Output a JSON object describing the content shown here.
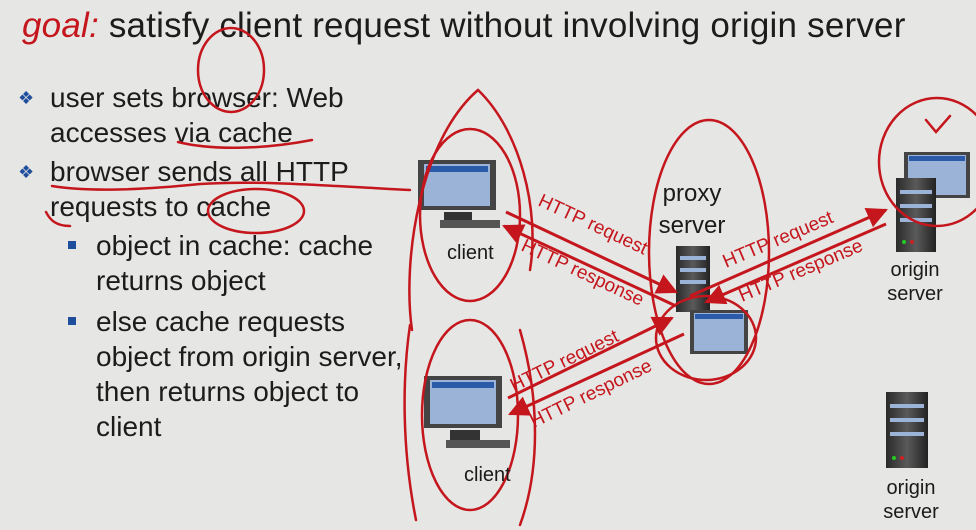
{
  "title": {
    "keyword": "goal:",
    "text": "satisfy client request without involving origin server"
  },
  "bullets": [
    {
      "text": "user sets browser: Web accesses via  cache",
      "sub": []
    },
    {
      "text": "browser sends all HTTP requests to cache",
      "sub": [
        "object in cache: cache returns object",
        "else cache requests object from origin server, then returns object to client"
      ]
    }
  ],
  "diagram": {
    "client_label": "client",
    "proxy_label_line1": "proxy",
    "proxy_label_line2": "server",
    "origin_label_line1": "origin",
    "origin_label_line2": "server",
    "http_request": "HTTP request",
    "http_response": "HTTP response"
  },
  "colors": {
    "accent": "#c4161c",
    "bullet": "#1f4e9c"
  }
}
